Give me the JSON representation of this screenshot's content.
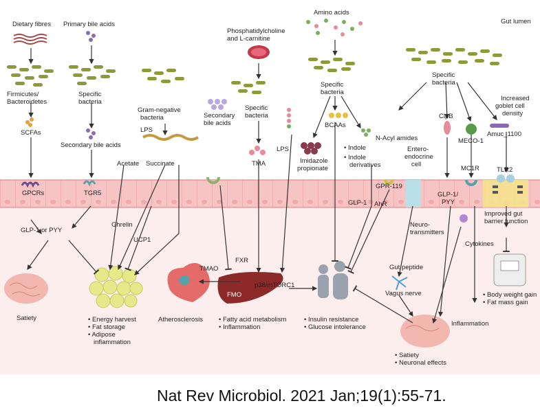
{
  "labels": {
    "gut_lumen": "Gut lumen",
    "dietary_fibres": "Dietary fibres",
    "primary_bile_acids": "Primary bile acids",
    "amino_acids": "Amino acids",
    "phosphatidylcholine_1": "Phosphatidylcholine",
    "phosphatidylcholine_2": "and L-carnitine",
    "firmicutes_1": "Firmicutes/",
    "firmicutes_2": "Bacteroidetes",
    "specific_bacteria_1": "Specific",
    "specific_bacteria_2": "bacteria",
    "gram_negative_1": "Gram-negative",
    "gram_negative_2": "bacteria",
    "secondary_bile_acids_a1": "Secondary",
    "secondary_bile_acids_a2": "bile acids",
    "scfas": "SCFAs",
    "secondary_bile_acids_b": "Secondary bile acids",
    "lps_1": "LPS",
    "acetate": "Acetate",
    "succinate": "Succinate",
    "tma": "TMA",
    "lps_2": "LPS",
    "bcaas": "BCAAs",
    "imidazole_1": "Imidazole",
    "imidazole_2": "propionate",
    "indole": "• Indole",
    "indole_der_1": "• Indole",
    "indole_der_2": "derivatives",
    "n_acyl_amides": "N-Acyl amides",
    "enteroendocrine_1": "Entero-",
    "enteroendocrine_2": "endocrine",
    "enteroendocrine_3": "cell",
    "clpb": "ClpB",
    "meco1": "MECO-1",
    "goblet_1": "Increased",
    "goblet_2": "goblet cell",
    "goblet_3": "density",
    "amuc": "Amuc_1100",
    "gpcrs": "GPCRs",
    "tgr5": "TGR5",
    "gpr119": "GPR-119",
    "glp1": "GLP-1",
    "ahr": "AhR",
    "glp1_pyy_1": "GLP-1/",
    "glp1_pyy_2": "PYY",
    "mc1r": "MC1R",
    "tlr2": "TLR2",
    "glp1_or_pyy": "GLP-1 or PYY",
    "ghrelin": "Ghrelin",
    "ucp1": "UCP1",
    "fxr": "FXR",
    "tmao": "TMAO",
    "fmo": "FMO",
    "p38": "p38/mTORC1",
    "neuro_1": "Neuro-",
    "neuro_2": "transmitters",
    "cytokines": "Cytokines",
    "improved_gut_1": "Improved gut",
    "improved_gut_2": "barrier function",
    "gut_peptide": "Gut peptide",
    "vagus_nerve": "Vagus nerve",
    "satiety": "Satiety",
    "energy_harvest": "• Energy harvest",
    "fat_storage": "• Fat storage",
    "adipose_1": "• Adipose",
    "adipose_2": "inflammation",
    "atherosclerosis": "Atherosclerosis",
    "fatty_acid": "• Fatty acid metabolism",
    "inflammation_liver": "• Inflammation",
    "insulin_resistance": "• Insulin resistance",
    "glucose_intolerance": "• Glucose intolerance",
    "inflammation": "Inflammation",
    "body_weight": "• Body weight gain",
    "fat_mass": "• Fat mass gain",
    "satiety_b": "• Satiety",
    "neuronal": "• Neuronal effects"
  },
  "citation": "Nat Rev Microbiol. 2021 Jan;19(1):55-71.",
  "colors": {
    "lumen_bg": "#ffffff",
    "epithelium": "#f6c4c4",
    "epithelium_line": "#e89a9a",
    "host_bg": "#fdeeee",
    "bacteria": "#8e9a3a",
    "brain": "#f2b8b0",
    "fat": "#e6e98a",
    "liver": "#8c2a2a",
    "heart": "#e56a6a",
    "molecule_pink": "#e88a9a",
    "molecule_purple": "#8a6ab0",
    "molecule_green": "#7bb05a",
    "receptor_teal": "#5aa0a8"
  }
}
